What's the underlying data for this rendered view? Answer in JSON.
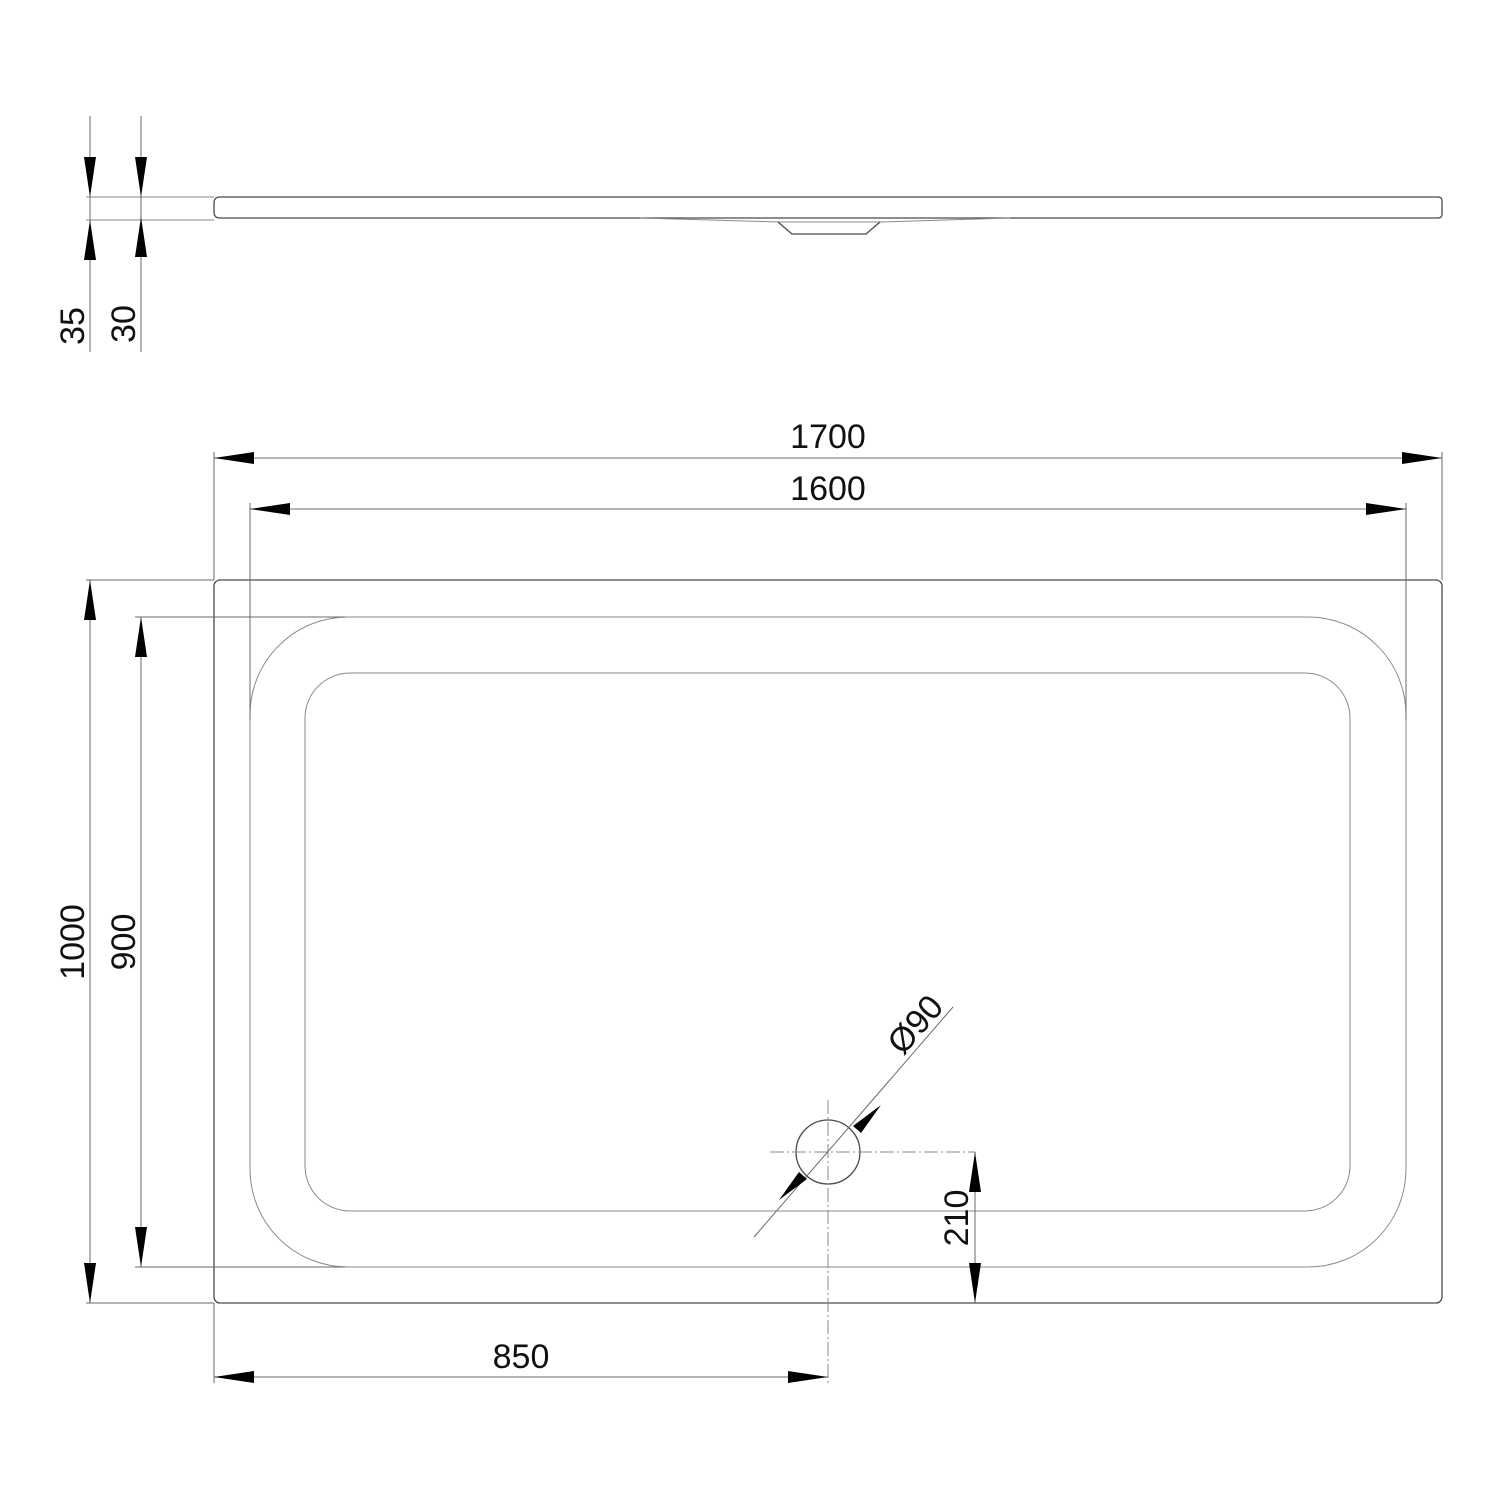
{
  "side_view": {
    "thickness_total": "35",
    "thickness_body": "30"
  },
  "top_view": {
    "overall_length": "1700",
    "inner_length": "1600",
    "overall_width": "1000",
    "inner_width": "900",
    "drain_diameter": "Ø90",
    "drain_offset_x": "850",
    "drain_offset_y": "210"
  }
}
